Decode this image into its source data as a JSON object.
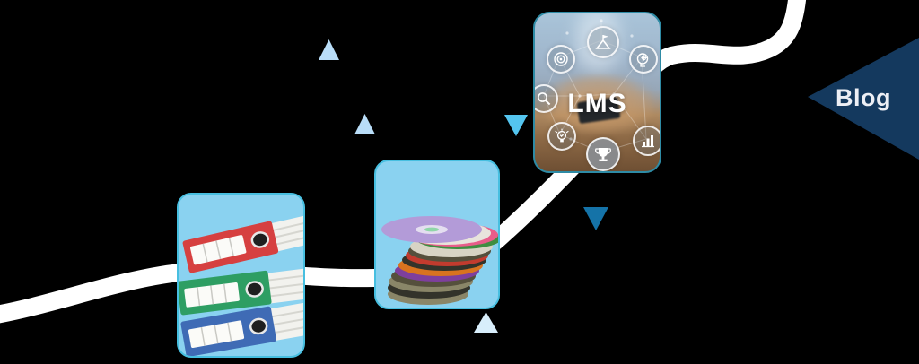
{
  "scene": {
    "background_color": "#000000",
    "flow_path_color": "#FFFFFF"
  },
  "blog_flag": {
    "label": "Blog",
    "fill_color": "#14395E",
    "text_color": "#EDEFF5"
  },
  "cards": {
    "binders": {
      "alt": "stack of red, green and blue ring binders",
      "background": "#8AD2F0",
      "border_color": "#47BFE0",
      "binder_colors": [
        "#D64040",
        "#2E9E63",
        "#3F6BB5"
      ]
    },
    "cds": {
      "alt": "twisted stack of colorful compact discs",
      "background": "#8AD2F0",
      "border_color": "#47BFE0"
    },
    "lms": {
      "label": "LMS",
      "alt": "hands holding a phone surrounded by learning icons",
      "border_color": "#2E8BA5",
      "icons": [
        "goal-climb-icon",
        "target-icon",
        "head-gears-icon",
        "search-icon",
        "lightbulb-icon",
        "trophy-icon",
        "bar-chart-icon"
      ]
    }
  },
  "triangles": [
    {
      "direction": "up",
      "color": "#B9DDF8"
    },
    {
      "direction": "up",
      "color": "#B9DDF8"
    },
    {
      "direction": "down",
      "color": "#54C5EF"
    },
    {
      "direction": "down",
      "color": "#1573A8"
    },
    {
      "direction": "up",
      "color": "#D8EEFB"
    }
  ]
}
